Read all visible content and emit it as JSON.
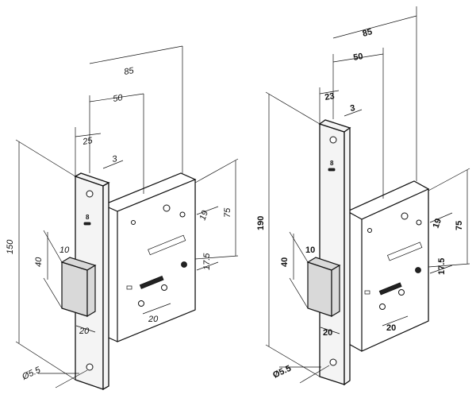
{
  "left_view": {
    "dims": {
      "total_depth": "85",
      "backset": "50",
      "faceplate_offset": "25",
      "faceplate_thickness": "3",
      "height": "150",
      "bolt_height": "40",
      "bolt_top": "10",
      "bolt_width": "20",
      "cylinder_spacing": "20",
      "upper_offset": "19",
      "body_height": "75",
      "follower_offset": "17.5",
      "screw_hole": "Ø5.5"
    },
    "brand_mark": "8"
  },
  "right_view": {
    "dims": {
      "total_depth": "85",
      "backset": "50",
      "faceplate_offset": "23",
      "faceplate_thickness": "3",
      "height": "190",
      "bolt_height": "40",
      "bolt_top": "10",
      "bolt_width": "20",
      "cylinder_spacing": "20",
      "upper_offset": "19",
      "body_height": "75",
      "follower_offset": "17.5",
      "screw_hole": "Ø5.5"
    },
    "brand_mark": "8"
  }
}
